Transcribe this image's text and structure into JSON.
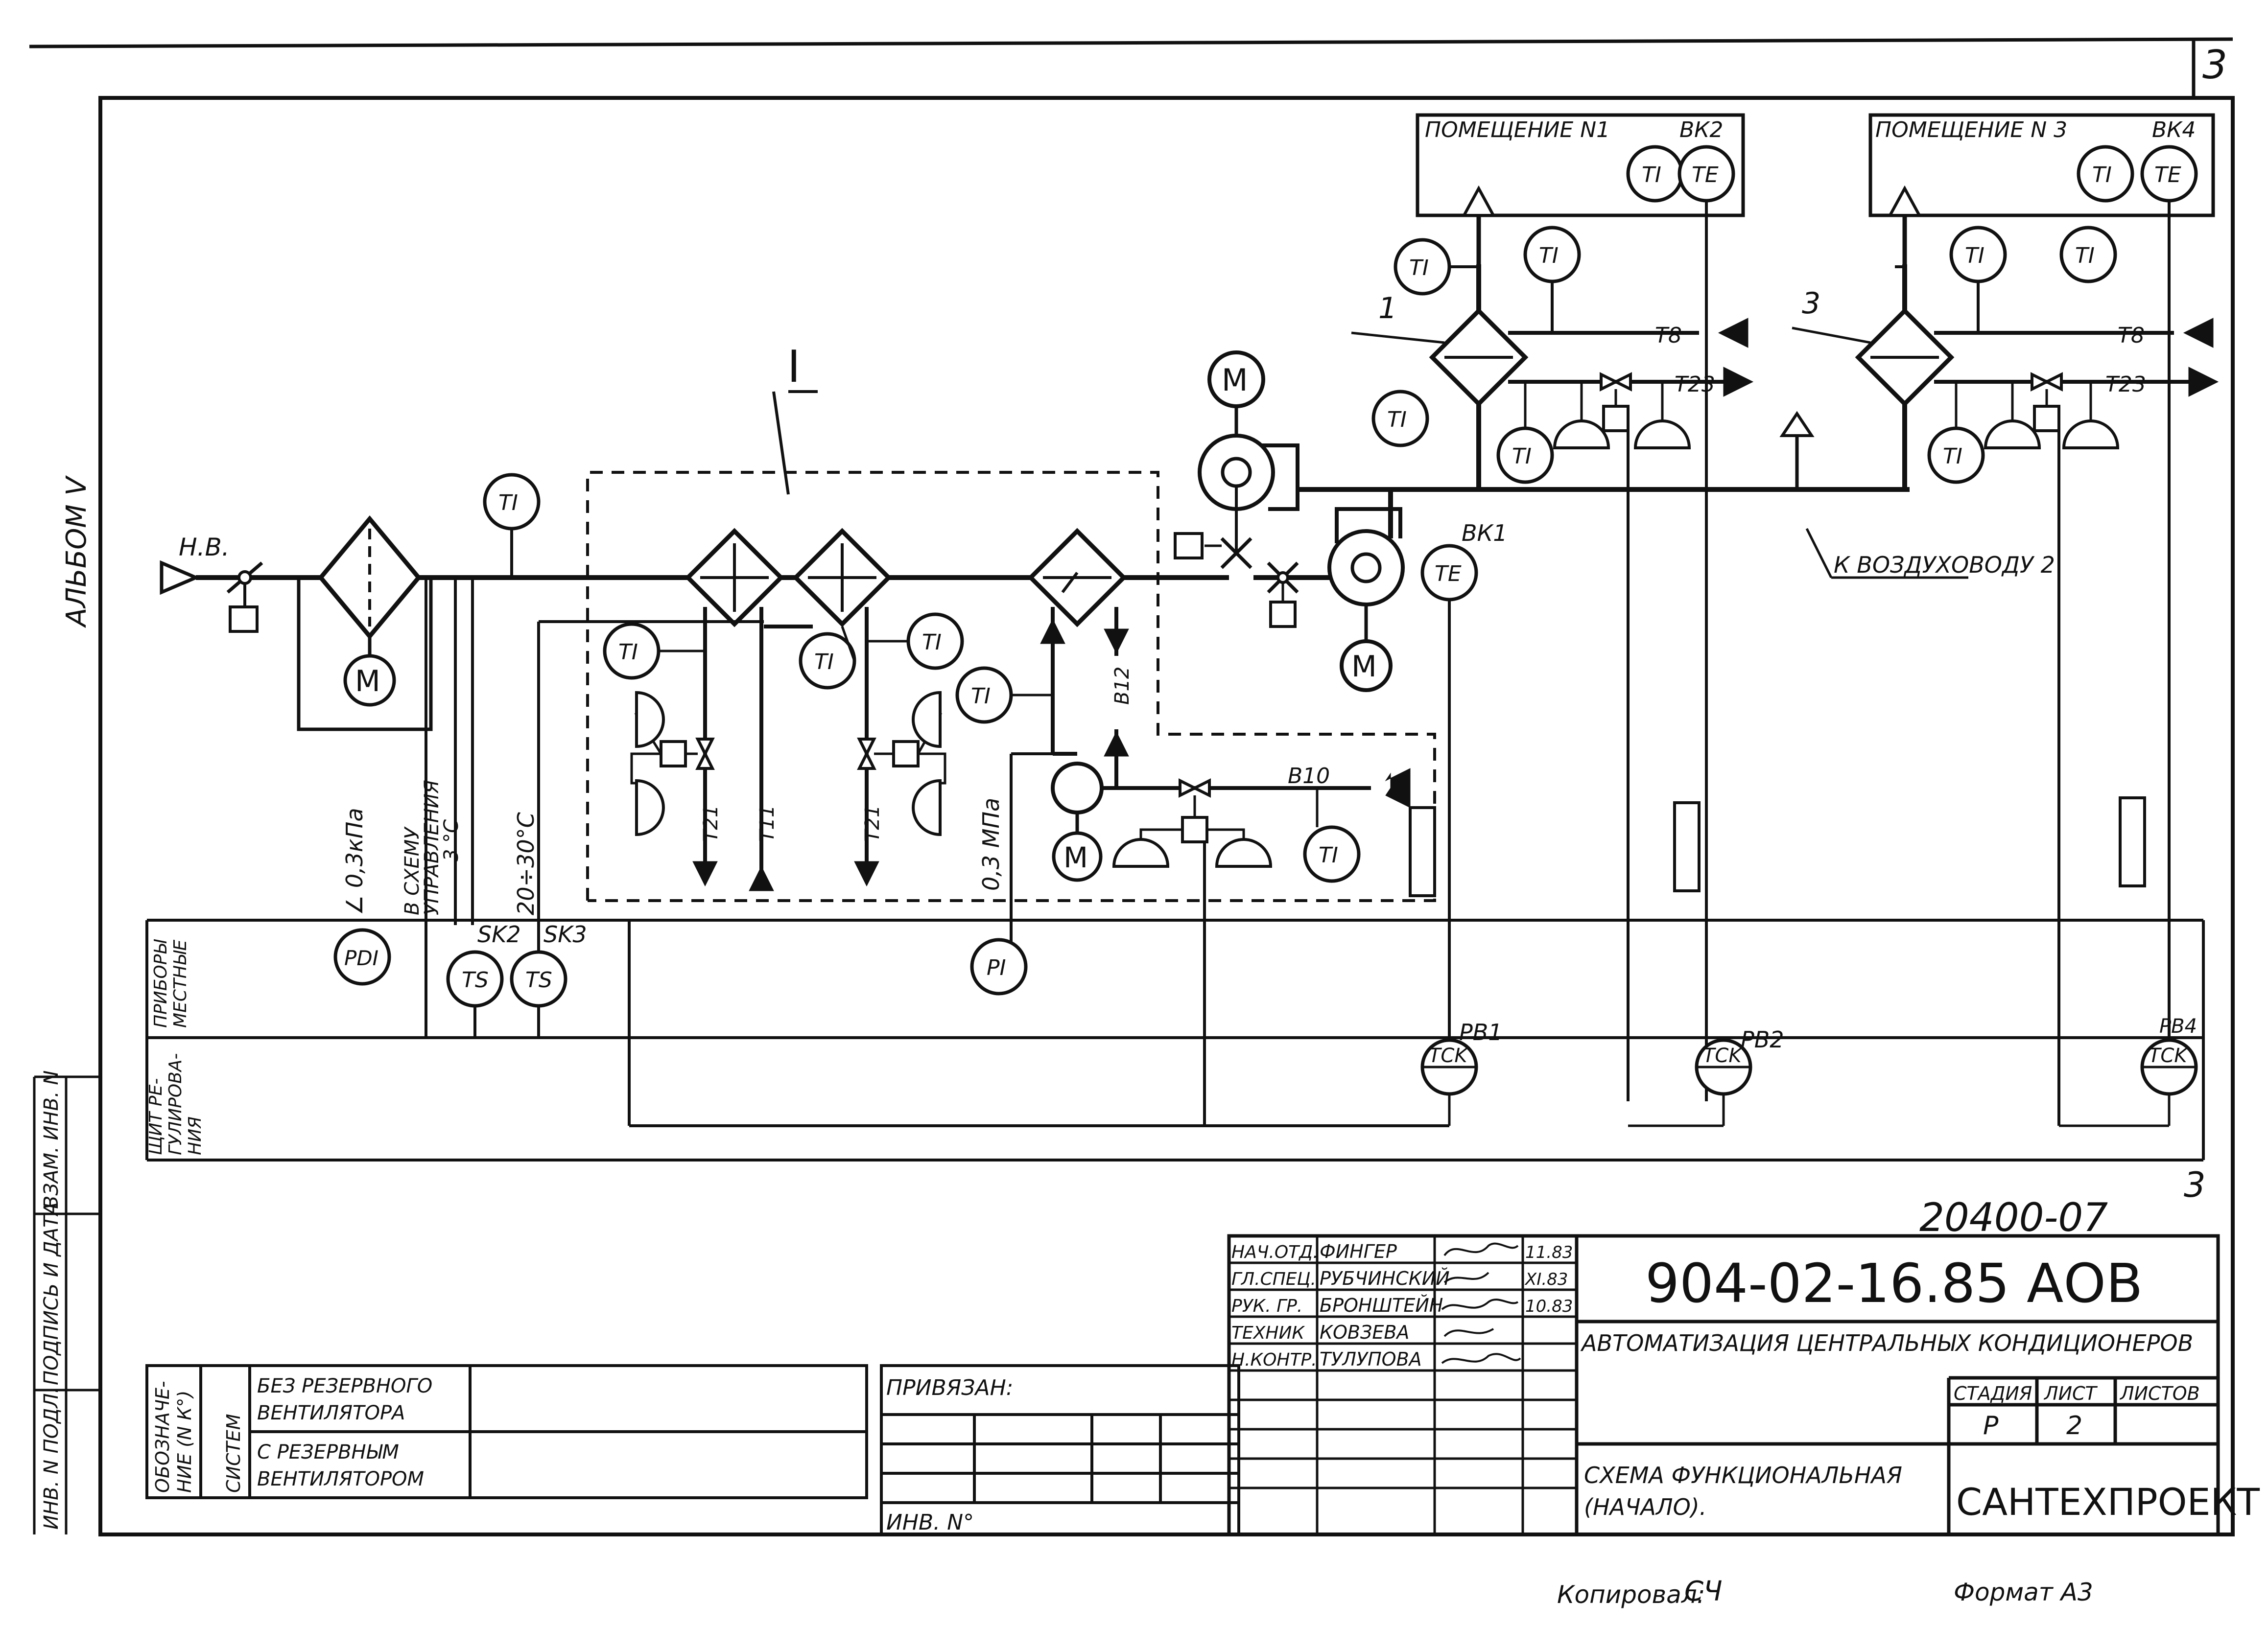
{
  "sheet": {
    "sheet_number": "3",
    "album_label": "АЛЬБОМ V",
    "section_mark": "3",
    "archive_number": "20400-07",
    "copied_label": "Копировал:",
    "copied_signature": "СЧ",
    "format_label": "Формат А3"
  },
  "diagram": {
    "node_I": "I",
    "outside_air": "Н.В.",
    "room1": "ПОМЕЩЕНИЕ N1",
    "room3": "ПОМЕЩЕНИЕ N 3",
    "bk1": "ВК1",
    "bk2": "ВК2",
    "bk4": "ВК4",
    "pos1": "1",
    "pos3": "3",
    "to_air_duct": "К ВОЗДУХОВОДУ 2",
    "pipe_t8_1": "Т8",
    "pipe_t23_1": "Т23",
    "pipe_t8_3": "Т8",
    "pipe_t23_3": "Т23",
    "pipe_t21a": "Т21",
    "pipe_t11": "Т11",
    "pipe_t21b": "Т21",
    "pipe_b12": "В12",
    "pipe_b10": "В10",
    "param_pressure": "∠ 0,3кПа",
    "param_scheme_1": "В СХЕМУ",
    "param_scheme_2": "УПРАВЛЕНИЯ",
    "param_scheme_3": "3 °С",
    "param_temp": "20÷30°С",
    "param_water": "0,3 МПа",
    "sk2": "SK2",
    "sk3": "SK3",
    "pb1": "РВ1",
    "pb2": "РВ2",
    "pb4": "РВ4",
    "row_local_1": "ПРИБОРЫ",
    "row_local_2": "МЕСТНЫЕ",
    "row_panel_1": "ЩИТ РЕ-",
    "row_panel_2": "ГУЛИРОВА-",
    "row_panel_3": "НИЯ",
    "inst": {
      "ti": "TI",
      "te": "TE",
      "ts": "TS",
      "pdi": "PDI",
      "pi": "PI",
      "tck": "TCK",
      "motor": "М"
    }
  },
  "side_stamp": {
    "inv_orig": "ИНВ. N ПОДЛ.",
    "sign_date": "ПОДПИСЬ И ДАТА",
    "replace_inv": "ВЗАМ. ИНВ. N"
  },
  "designation_table": {
    "header_1": "ОБОЗНАЧЕ-",
    "header_2": "НИЕ (N К°)",
    "header_3": "СИСТЕМ",
    "row1_1": "БЕЗ РЕЗЕРВНОГО",
    "row1_2": "ВЕНТИЛЯТОРА",
    "row2_1": "С РЕЗЕРВНЫМ",
    "row2_2": "ВЕНТИЛЯТОРОМ"
  },
  "binding": {
    "attached_label": "ПРИВЯЗАН:",
    "inv_label": "ИНВ. N°"
  },
  "title_block": {
    "signatures": [
      {
        "role": "НАЧ.ОТД.",
        "name": "ФИНГЕР",
        "date": "11.83"
      },
      {
        "role": "ГЛ.СПЕЦ.",
        "name": "РУБЧИНСКИЙ",
        "date": "XI.83"
      },
      {
        "role": "РУК. ГР.",
        "name": "БРОНШТЕЙН",
        "date": "10.83"
      },
      {
        "role": "ТЕХНИК",
        "name": "КОВЗЕВА",
        "date": ""
      },
      {
        "role": "Н.КОНТР.",
        "name": "ТУЛУПОВА",
        "date": ""
      }
    ],
    "doc_code": "904-02-16.85 АОВ",
    "doc_title": "АВТОМАТИЗАЦИЯ ЦЕНТРАЛЬНЫХ КОНДИЦИОНЕРОВ",
    "stage_label": "СТАДИЯ",
    "sheet_label": "ЛИСТ",
    "sheets_label": "ЛИСТОВ",
    "stage_value": "Р",
    "sheet_value": "2",
    "sheets_value": "",
    "drawing_name_1": "СХЕМА ФУНКЦИОНАЛЬНАЯ",
    "drawing_name_2": "(НАЧАЛО).",
    "org": "САНТЕХПРОЕКТ"
  }
}
